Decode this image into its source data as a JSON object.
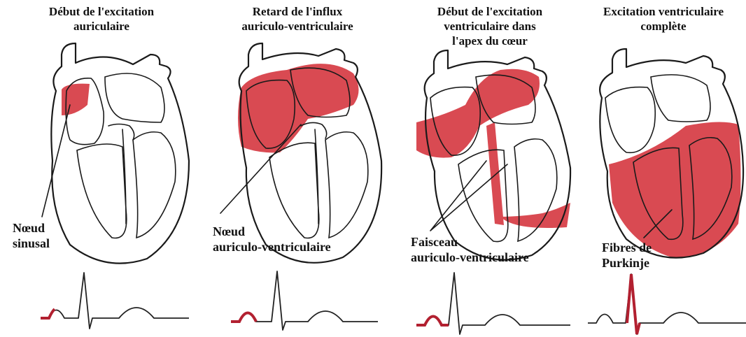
{
  "colors": {
    "excitation": "#d94a52",
    "line": "#1a1a1a",
    "ecg_highlight": "#b22030"
  },
  "panels": [
    {
      "title_lines": [
        "Début de l'excitation",
        "auriculaire"
      ],
      "label_lines": [
        "Nœud",
        "sinusal"
      ]
    },
    {
      "title_lines": [
        "Retard de l'influx",
        "auriculo-ventriculaire"
      ],
      "label_lines": [
        "Nœud",
        "auriculo-ventriculaire"
      ]
    },
    {
      "title_lines": [
        "Début de l'excitation",
        "ventriculaire dans",
        "l'apex du cœur"
      ],
      "label_lines": [
        "Faisceau",
        "auriculo-ventriculaire"
      ]
    },
    {
      "title_lines": [
        "Excitation ventriculaire",
        "complète"
      ],
      "label_lines": [
        "Fibres de",
        "Purkinje"
      ]
    }
  ]
}
